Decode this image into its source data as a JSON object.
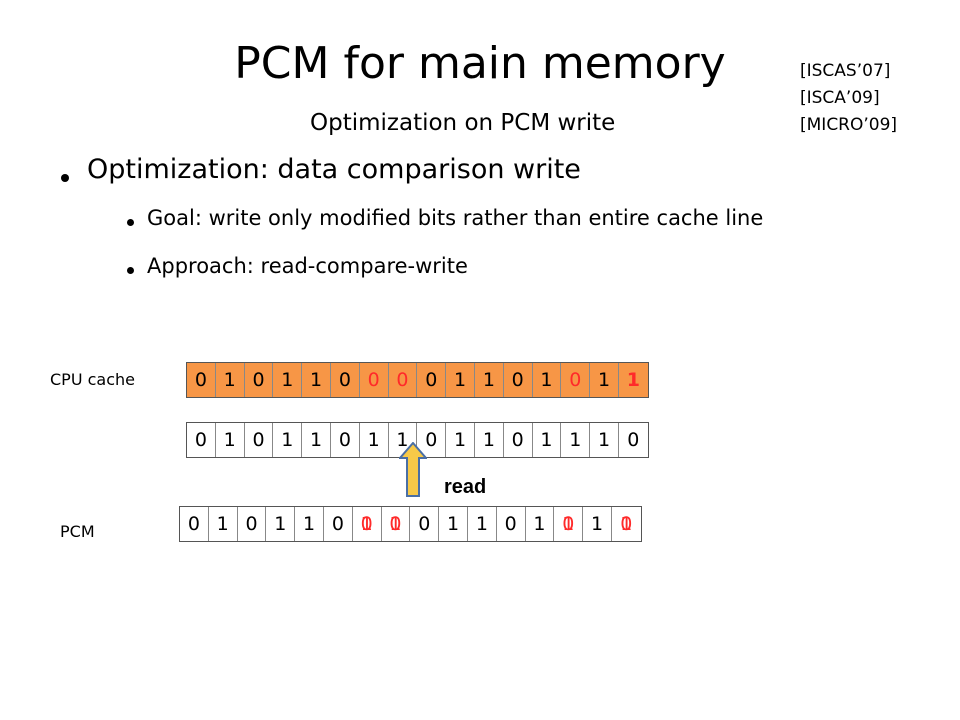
{
  "slide": {
    "title": "PCM for main memory",
    "subtitle": "Optimization on PCM write",
    "references": [
      "[ISCAS’07]",
      "[ISCA’09]",
      "[MICRO’09]"
    ],
    "bullet_main": "Optimization: data comparison write",
    "sub_bullets": [
      "Goal: write only modified bits rather than entire cache line",
      "Approach: read-compare-write"
    ]
  },
  "diagram": {
    "cpu_cache_label": "CPU cache",
    "pcm_label": "PCM",
    "read_label": "read",
    "cache_bits": [
      "0",
      "1",
      "0",
      "1",
      "1",
      "0",
      "0",
      "0",
      "0",
      "1",
      "1",
      "0",
      "1",
      "0",
      "1",
      "1"
    ],
    "cache_highlight": [
      6,
      7,
      13,
      15
    ],
    "middle_bits": [
      "0",
      "1",
      "0",
      "1",
      "1",
      "0",
      "1",
      "1",
      "0",
      "1",
      "1",
      "0",
      "1",
      "1",
      "1",
      "0"
    ],
    "pcm_bits": [
      "0",
      "1",
      "0",
      "1",
      "1",
      "0",
      "0",
      "0",
      "0",
      "1",
      "1",
      "0",
      "1",
      "0",
      "1",
      "1"
    ],
    "pcm_overwritten_old": [
      "",
      "",
      "",
      "",
      "",
      "",
      "1",
      "1",
      "",
      "",
      "",
      "",
      "",
      "1",
      "",
      "0"
    ],
    "pcm_highlight": [
      6,
      7,
      13,
      15
    ],
    "colors": {
      "cache_fill": "#f79646",
      "changed_bit": "#ff2a2a",
      "arrow_fill": "#f7c948",
      "arrow_stroke": "#4a6fa5"
    }
  }
}
